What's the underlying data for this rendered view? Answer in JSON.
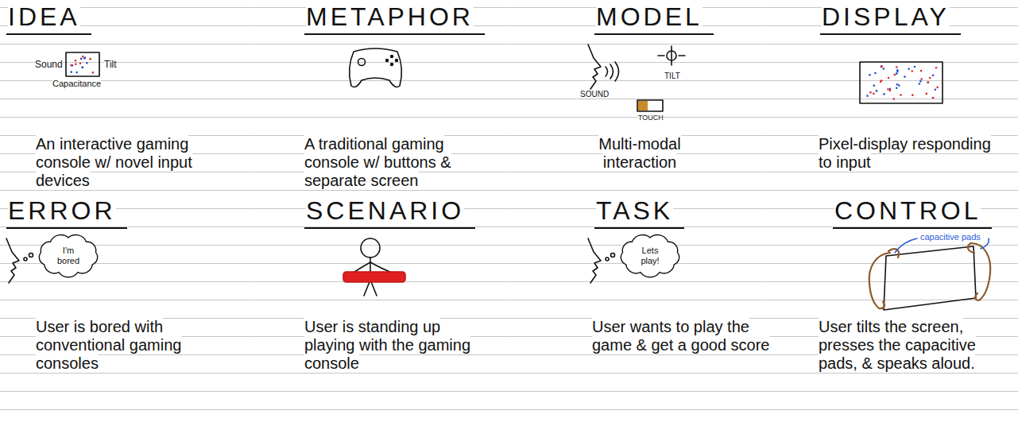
{
  "diagram": {
    "nodes": [
      {
        "text": [
          "I'm bored"
        ]
      },
      {
        "text": [
          "Lets play!"
        ]
      }
    ],
    "labels": [
      "IDEA",
      "METAPHOR",
      "MODEL",
      "DISPLAY",
      "Sound",
      "Tilt",
      "Capacitance",
      "SOUND",
      "TILT",
      "TOUCH",
      "An interactive gaming console w/ novel input devices",
      "A traditional gaming console w/ buttons & separate screen",
      "Multi-modal interaction",
      "Pixel-display responding to input",
      "ERROR",
      "SCENARIO",
      "TASK",
      "CONTROL",
      "capacitive pads",
      "User is bored with conventional gaming consoles",
      "User is standing up playing with the gaming console",
      "User wants to play the game & get a good score",
      "User tilts the screen, presses the capacitive pads, & speaks aloud."
    ]
  }
}
